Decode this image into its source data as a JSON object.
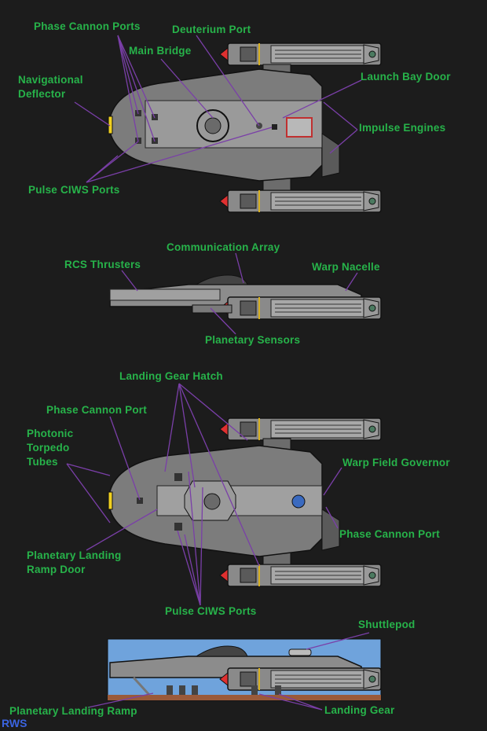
{
  "labels": {
    "phase_cannon_ports_top": "Phase Cannon Ports",
    "deuterium_port": "Deuterium Port",
    "main_bridge": "Main Bridge",
    "navigational_deflector": "Navigational\nDeflector",
    "launch_bay_door": "Launch Bay Door",
    "impulse_engines": "Impulse Engines",
    "pulse_ciws_ports_top": "Pulse CIWS Ports",
    "communication_array": "Communication Array",
    "rcs_thrusters": "RCS Thrusters",
    "warp_nacelle": "Warp Nacelle",
    "planetary_sensors": "Planetary Sensors",
    "landing_gear_hatch": "Landing Gear Hatch",
    "phase_cannon_port_left": "Phase Cannon Port",
    "photonic_torpedo_tubes": "Photonic\nTorpedo\nTubes",
    "warp_field_governor": "Warp Field Governor",
    "phase_cannon_port_right": "Phase Cannon Port",
    "planetary_landing_ramp_door": "Planetary Landing\nRamp Door",
    "pulse_ciws_ports_bottom": "Pulse CIWS Ports",
    "shuttlepod": "Shuttlepod",
    "planetary_landing_ramp": "Planetary Landing Ramp",
    "landing_gear": "Landing Gear"
  },
  "signature": "RWS",
  "colors": {
    "background": "#1c1c1c",
    "label": "#27b34a",
    "leader": "#7a3fa8",
    "hull": "#8a8a8a",
    "hull_dark": "#5a5a5a",
    "engine_glow": "#e03030",
    "deflector": "#f0d020",
    "sky": "#6fa3dc",
    "ground": "#9a5a3a",
    "signature": "#3b64e0"
  }
}
